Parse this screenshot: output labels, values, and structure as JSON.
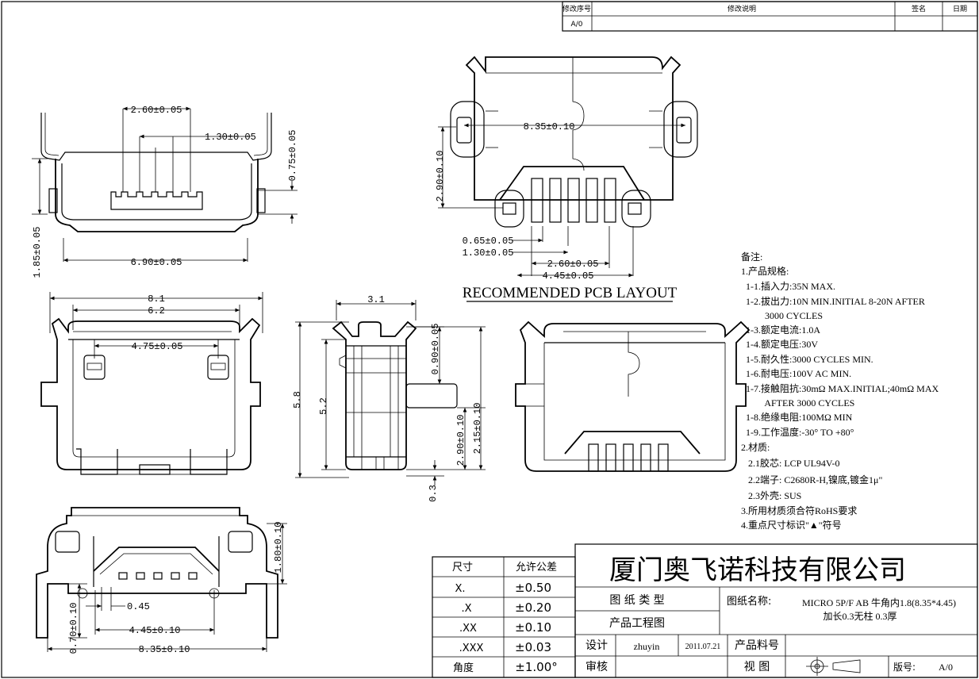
{
  "revision_table": {
    "headers": [
      "修改序号",
      "修改说明",
      "签名",
      "日期"
    ],
    "row": [
      "A/0",
      "",
      "",
      ""
    ]
  },
  "dims_front": {
    "pitch": "2.60±0.05",
    "center": "1.30±0.05",
    "height": "0.75±0.05",
    "total_h": "1.85±0.05",
    "width": "6.90±0.05"
  },
  "dims_pcb": {
    "length": "8.35±0.10",
    "height": "2.90±0.10",
    "pad_w": "0.65±0.05",
    "pad_pitch": "1.30±0.05",
    "pitch2": "2.60±0.05",
    "span": "4.45±0.05",
    "title": "RECOMMENDED PCB LAYOUT"
  },
  "dims_top": {
    "w1": "8.1",
    "w2": "6.2",
    "post_span": "4.75±0.05"
  },
  "dims_side": {
    "w": "3.1",
    "h1": "5.8",
    "h2": "5.2",
    "d1": "0.90±0.05",
    "d2": "2.90±0.10",
    "d3": "2.15±0.10",
    "d4": "0.3"
  },
  "dims_bottom": {
    "d1": "0.45",
    "d2": "4.45±0.10",
    "d3": "8.35±0.10",
    "d4": "0.70±0.10",
    "d5": "1.80±0.10"
  },
  "notes": [
    "备注:",
    "1.产品规格:",
    "  1-1.插入力:35N MAX.",
    "  1-2.拔出力:10N MIN.INITIAL 8-20N AFTER",
    "          3000 CYCLES",
    "  1-3.额定电流:1.0A",
    "  1-4.额定电压:30V",
    "  1-5.耐久性:3000 CYCLES MIN.",
    "  1-6.耐电压:100V AC MIN.",
    "  1-7.接触阻抗:30mΩ MAX.INITIAL;40mΩ MAX",
    "          AFTER 3000 CYCLES",
    "  1-8.绝缘电阻:100MΩ MIN",
    "  1-9.工作温度:-30° TO +80°",
    "2.材质:",
    "   2.1胶芯: LCP UL94V-0",
    "   2.2端子: C2680R-H,镍底,镀金1μ\"",
    "   2.3外壳: SUS",
    "3.所用材质须合符RoHS要求",
    "4.重点尺寸标识\"▲\"符号"
  ],
  "tolerance": {
    "headers": [
      "尺寸",
      "允许公差"
    ],
    "rows": [
      [
        "X.",
        "±0.50"
      ],
      [
        ".X",
        "±0.20"
      ],
      [
        ".XX",
        "±0.10"
      ],
      [
        ".XXX",
        "±0.03"
      ],
      [
        "角度",
        "±1.00°"
      ]
    ]
  },
  "title_block": {
    "company": "厦门奥飞诺科技有限公司",
    "drawing_type_label": "图 纸 类 型",
    "drawing_type": "产品工程图",
    "drawing_name_label": "图纸名称:",
    "drawing_name_1": "MICRO 5P/F AB 牛角内1.8(8.35*4.45)",
    "drawing_name_2": "加长0.3无柱 0.3厚",
    "design_label": "设计",
    "designer": "zhuyin",
    "date": "2011.07.21",
    "part_no_label": "产品料号",
    "review_label": "审核",
    "view_label": "视  图",
    "version_label": "版号:",
    "version": "A/0"
  }
}
